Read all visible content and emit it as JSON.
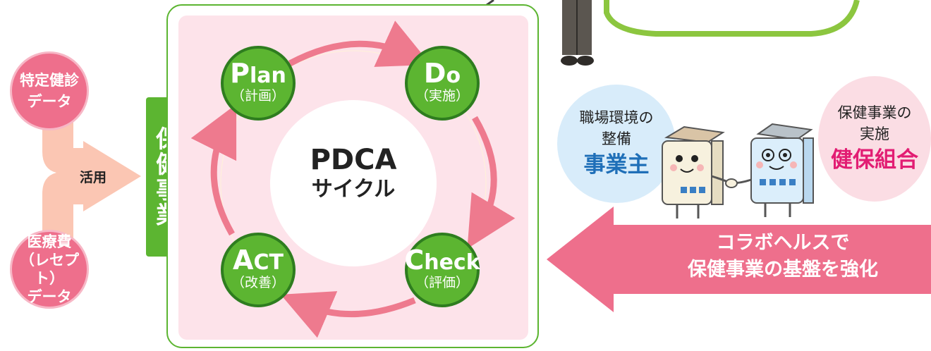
{
  "left": {
    "tokutei": "特定健診\nデータ",
    "katsuyou": "活用",
    "iryouhi": "医療費\n（レセプト）\nデータ",
    "hoken_jigyou_vertical": "保健事業"
  },
  "pdca": {
    "center_title": "PDCA",
    "center_sub": "サイクル",
    "plan": {
      "initial": "P",
      "rest": "lan",
      "jp": "（計画）"
    },
    "do": {
      "initial": "D",
      "rest": "o",
      "jp": "（実施）"
    },
    "check": {
      "initial": "C",
      "rest": "heck",
      "jp": "（評価）"
    },
    "act": {
      "initial": "A",
      "rest": "CT",
      "jp": "（改善）"
    }
  },
  "right": {
    "employer_line1": "職場環境の",
    "employer_line2": "整備",
    "employer_role": "事業主",
    "union_line1": "保健事業の",
    "union_line2": "実施",
    "union_role": "健保組合",
    "arrow_line1": "コラボヘルスで",
    "arrow_line2": "保健事業の基盤を強化"
  },
  "colors": {
    "green": "#5cb531",
    "dark_green": "#2e7d1f",
    "pink": "#ee6f8c",
    "panel_pink": "#fce4ec",
    "employer_blue": "#1f6fb8",
    "union_magenta": "#e21d73"
  }
}
